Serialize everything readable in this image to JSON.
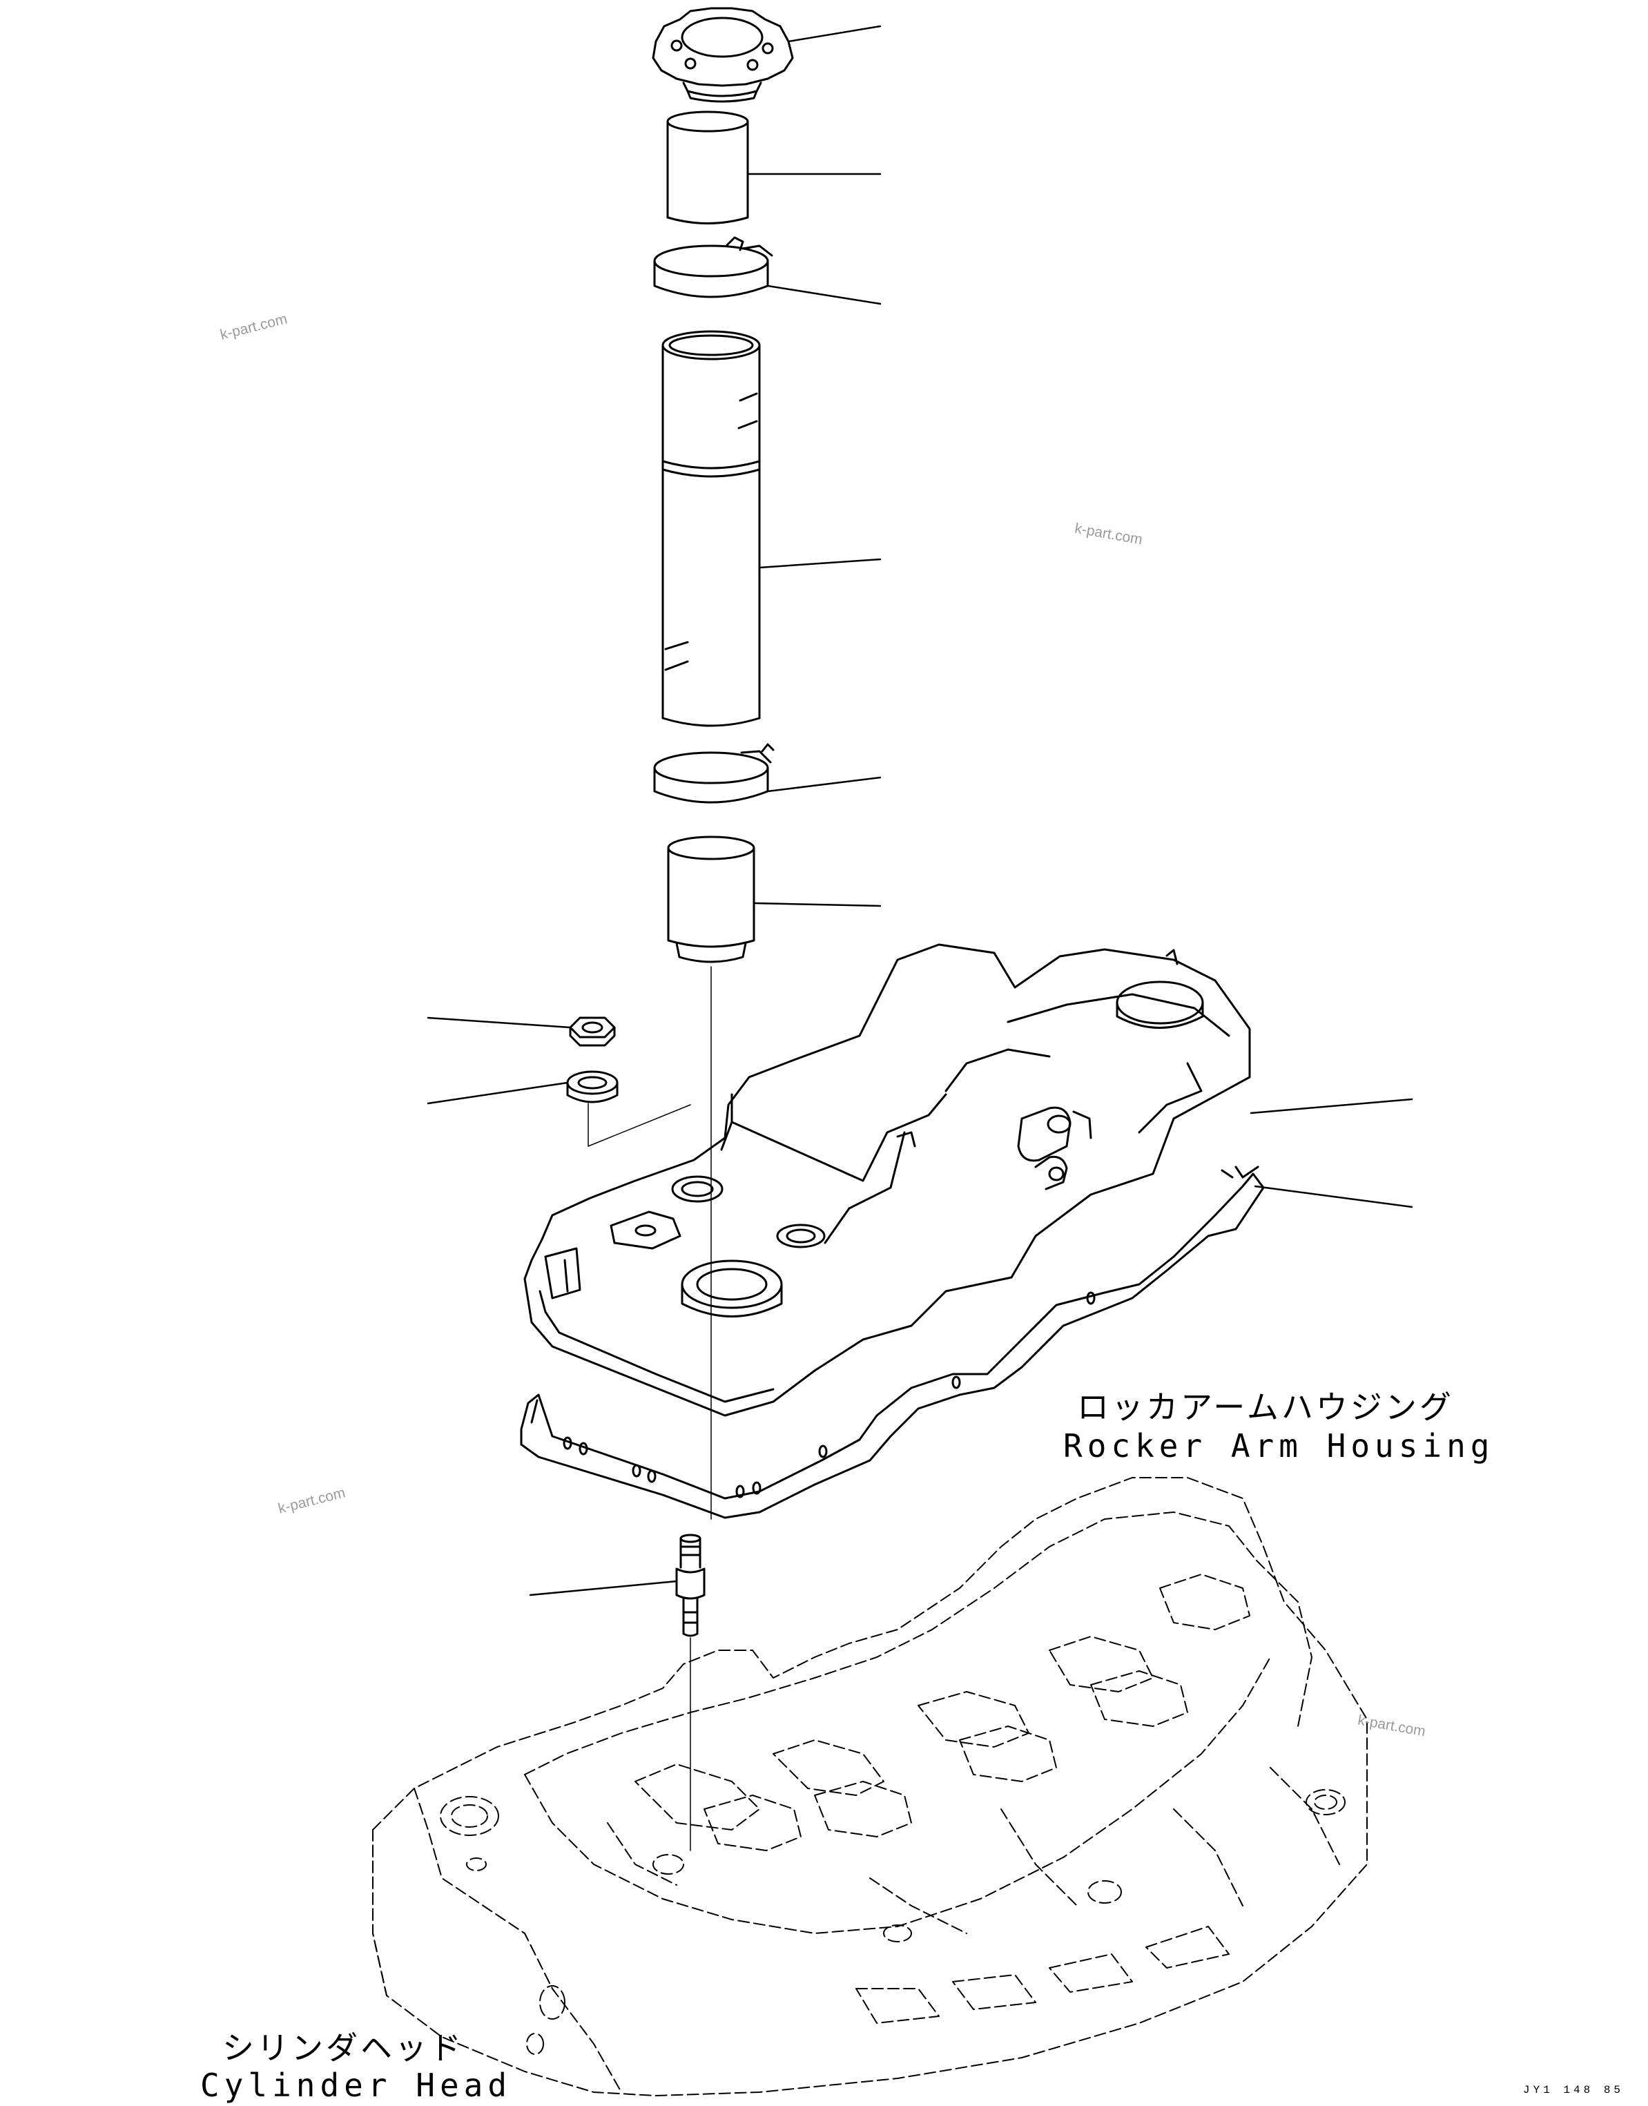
{
  "labels": {
    "rocker_arm_housing_jp": "ロッカアームハウジング",
    "rocker_arm_housing_en": "Rocker Arm Housing",
    "cylinder_head_jp": "シリンダヘッド",
    "cylinder_head_en": "Cylinder Head"
  },
  "watermarks": [
    "k-part.com",
    "k-part.com",
    "k-part.com",
    "k-part.com"
  ],
  "drawing_code": "JY1 148 85",
  "colors": {
    "line": "#000000",
    "watermark": "#9a9a9a",
    "background": "#ffffff"
  }
}
